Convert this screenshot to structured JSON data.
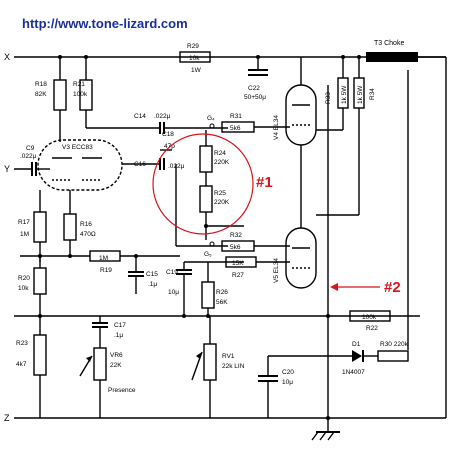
{
  "header": {
    "url": "http://www.tone-lizard.com"
  },
  "rails": {
    "x": "X",
    "y": "Y",
    "z": "Z"
  },
  "tubes": {
    "v3": "V3 ECC83",
    "v4": "V4 EL34",
    "v5": "V5 EL34"
  },
  "choke": "T3 Choke",
  "components": {
    "r29": "R29",
    "r29_val": "10k",
    "r29_w": "1W",
    "r18": "R18",
    "r18_val": "82K",
    "r21": "R21",
    "r21_val": "100k",
    "c22": "C22",
    "c22_val": "50+50μ",
    "r33": "R33",
    "r33_val": "1k 5W",
    "r34": "1k 5W",
    "r34b": "R34",
    "c14": "C14",
    "c14_val": ".022μ",
    "c18": "C18",
    "c18_val": "47p",
    "c16": "C16",
    "c16_val": ".022μ",
    "r31": "R31",
    "r31_val": "5k6",
    "r24": "R24",
    "r24_val": "220K",
    "r25": "R25",
    "r25_val": "220K",
    "c9": "C9",
    "c9_val": ".022μ",
    "r17": "R17",
    "r17_val": "1M",
    "r16": "R16",
    "r16_val": "470Ω",
    "r19_val": "1M",
    "r19": "R19",
    "c15": "C15",
    "c15_val": ".1μ",
    "r20": "R20",
    "r20_val": "10k",
    "r32": "R32",
    "r32_val": "5k6",
    "c19": "C19",
    "c19_val": "10μ",
    "r27_val": "15K",
    "r27": "R27",
    "r26": "R26",
    "r26_val": "56K",
    "r22_val": "100k",
    "r22": "R22",
    "r23": "R23",
    "r23_val": "4k7",
    "c17": "C17",
    "c17_val": ".1μ",
    "vr6": "VR6",
    "vr6_val": "22K",
    "vr6_name": "Presence",
    "rv1": "RV1",
    "rv1_val": "22k LIN",
    "c20": "C20",
    "c20_val": "10μ",
    "d1": "D1",
    "d1_val": "1N4007",
    "r30": "R30 220k",
    "g4": "G₄",
    "g5": "G₅"
  },
  "annotations": {
    "a1": "#1",
    "a2": "#2"
  },
  "colors": {
    "url": "#1a2f9c",
    "annotation": "#d6141b"
  }
}
